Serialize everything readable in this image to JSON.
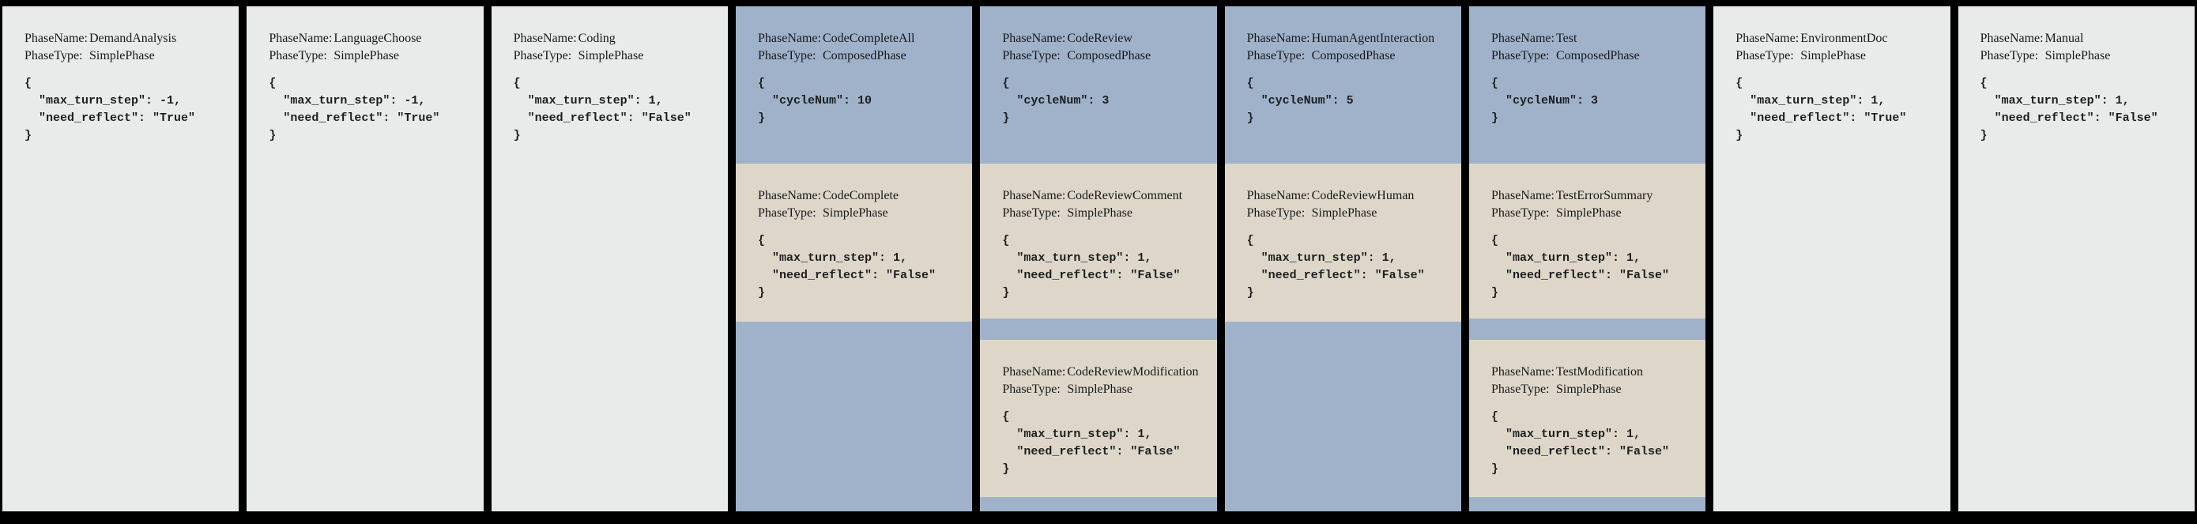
{
  "labels": {
    "phase_name": "PhaseName:",
    "phase_type": "PhaseType:"
  },
  "colors": {
    "background": "#000000",
    "simple_phase_card": "#e8ebe9",
    "composed_phase_card": "#9fb2ca",
    "nested_phase_card": "#ded7c9",
    "text": "#16181a"
  },
  "columns": [
    {
      "phase_name": "DemandAnalysis",
      "phase_type": "SimplePhase",
      "config": "{\n  \"max_turn_step\": -1,\n  \"need_reflect\": \"True\"\n}"
    },
    {
      "phase_name": "LanguageChoose",
      "phase_type": "SimplePhase",
      "config": "{\n  \"max_turn_step\": -1,\n  \"need_reflect\": \"True\"\n}"
    },
    {
      "phase_name": "Coding",
      "phase_type": "SimplePhase",
      "config": "{\n  \"max_turn_step\": 1,\n  \"need_reflect\": \"False\"\n}"
    },
    {
      "phase_name": "CodeCompleteAll",
      "phase_type": "ComposedPhase",
      "config": "{\n  \"cycleNum\": 10\n}",
      "children": [
        {
          "phase_name": "CodeComplete",
          "phase_type": "SimplePhase",
          "config": "{\n  \"max_turn_step\": 1,\n  \"need_reflect\": \"False\"\n}"
        }
      ]
    },
    {
      "phase_name": "CodeReview",
      "phase_type": "ComposedPhase",
      "config": "{\n  \"cycleNum\": 3\n}",
      "children": [
        {
          "phase_name": "CodeReviewComment",
          "phase_type": "SimplePhase",
          "config": "{\n  \"max_turn_step\": 1,\n  \"need_reflect\": \"False\"\n}"
        },
        {
          "phase_name": "CodeReviewModification",
          "phase_type": "SimplePhase",
          "config": "{\n  \"max_turn_step\": 1,\n  \"need_reflect\": \"False\"\n}"
        }
      ]
    },
    {
      "phase_name": "HumanAgentInteraction",
      "phase_type": "ComposedPhase",
      "config": "{\n  \"cycleNum\": 5\n}",
      "children": [
        {
          "phase_name": "CodeReviewHuman",
          "phase_type": "SimplePhase",
          "config": "{\n  \"max_turn_step\": 1,\n  \"need_reflect\": \"False\"\n}"
        }
      ]
    },
    {
      "phase_name": "Test",
      "phase_type": "ComposedPhase",
      "config": "{\n  \"cycleNum\": 3\n}",
      "children": [
        {
          "phase_name": "TestErrorSummary",
          "phase_type": "SimplePhase",
          "config": "{\n  \"max_turn_step\": 1,\n  \"need_reflect\": \"False\"\n}"
        },
        {
          "phase_name": "TestModification",
          "phase_type": "SimplePhase",
          "config": "{\n  \"max_turn_step\": 1,\n  \"need_reflect\": \"False\"\n}"
        }
      ]
    },
    {
      "phase_name": "EnvironmentDoc",
      "phase_type": "SimplePhase",
      "config": "{\n  \"max_turn_step\": 1,\n  \"need_reflect\": \"True\"\n}"
    },
    {
      "phase_name": "Manual",
      "phase_type": "SimplePhase",
      "config": "{\n  \"max_turn_step\": 1,\n  \"need_reflect\": \"False\"\n}"
    }
  ]
}
